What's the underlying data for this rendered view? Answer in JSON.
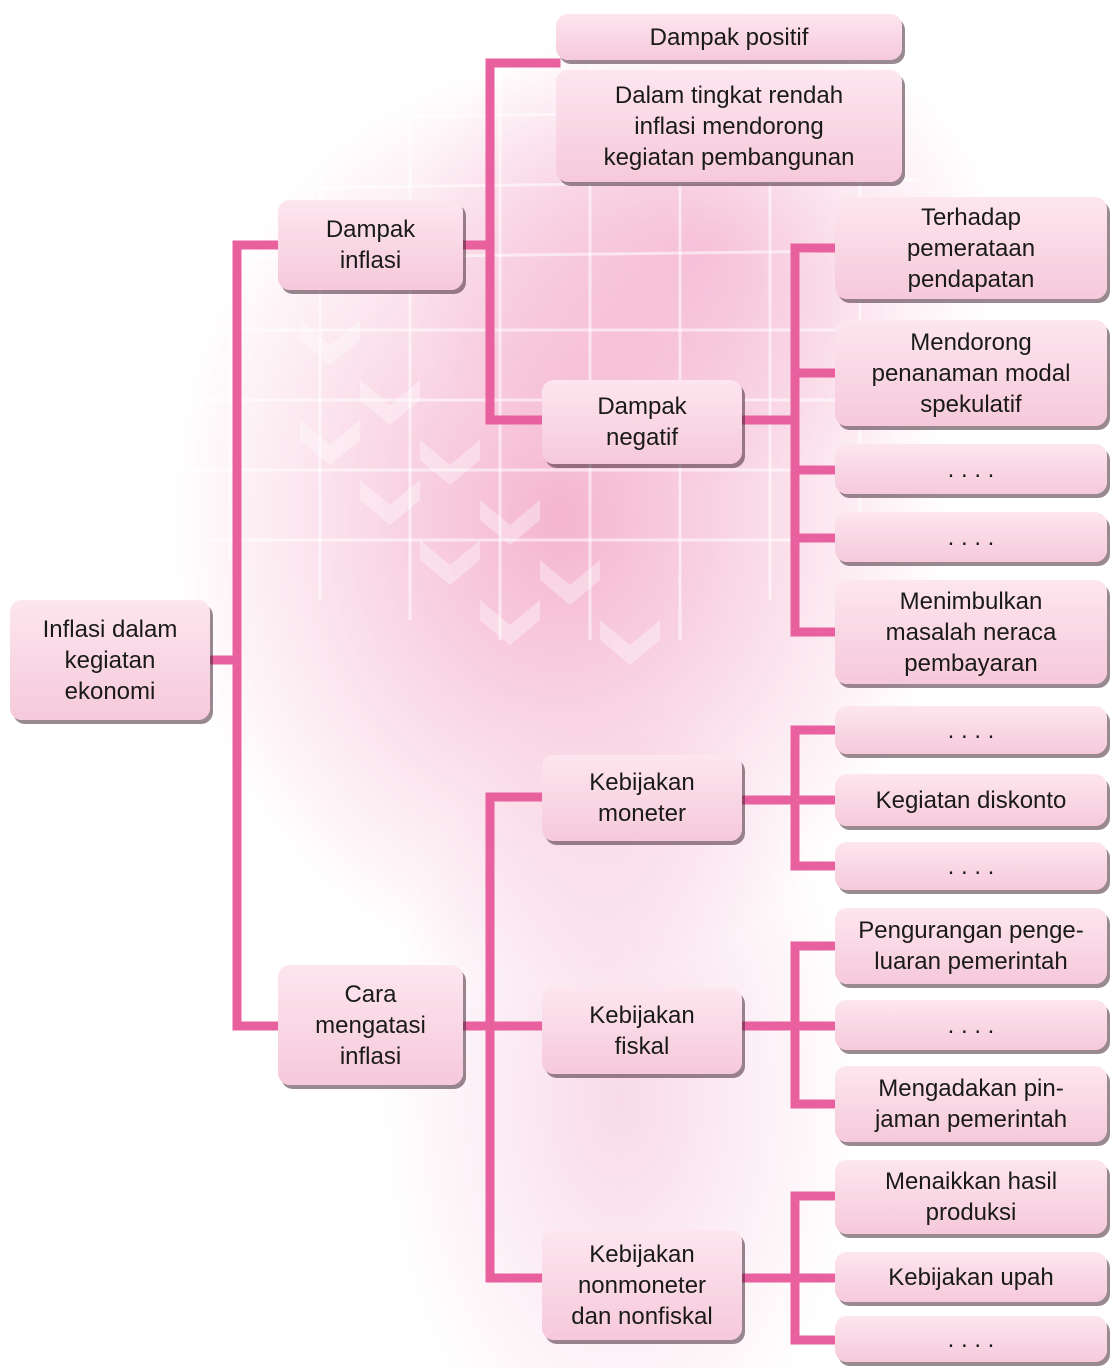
{
  "root": {
    "label": "Inflasi dalam\nkegiatan\nekonomi"
  },
  "dampak": {
    "label": "Dampak\ninflasi",
    "positif": {
      "label": "Dampak positif",
      "item": "Dalam tingkat rendah\ninflasi mendorong\nkegiatan pembangunan"
    },
    "negatif": {
      "label": "Dampak\nnegatif",
      "items": [
        "Terhadap\npemerataan\npendapatan",
        "Mendorong\npenanaman modal\nspekulatif",
        ". . . .",
        ". . . .",
        "Menimbulkan\nmasalah neraca\npembayaran"
      ]
    }
  },
  "cara": {
    "label": "Cara\nmengatasi\ninflasi",
    "moneter": {
      "label": "Kebijakan\nmoneter",
      "items": [
        ". . . .",
        "Kegiatan diskonto",
        ". . . ."
      ]
    },
    "fiskal": {
      "label": "Kebijakan\nfiskal",
      "items": [
        "Pengurangan penge-\nluaran pemerintah",
        ". . . .",
        "Mengadakan pin-\njaman pemerintah"
      ]
    },
    "nonmoneter": {
      "label": "Kebijakan\nnonmoneter\ndan nonfiskal",
      "items": [
        "Menaikkan hasil\nproduksi",
        "Kebijakan upah",
        ". . . ."
      ]
    }
  },
  "colors": {
    "connector": "#e8609e",
    "box_top": "#fde6ef",
    "box_bottom": "#f6c9da",
    "shadow": "#4a2a38"
  }
}
